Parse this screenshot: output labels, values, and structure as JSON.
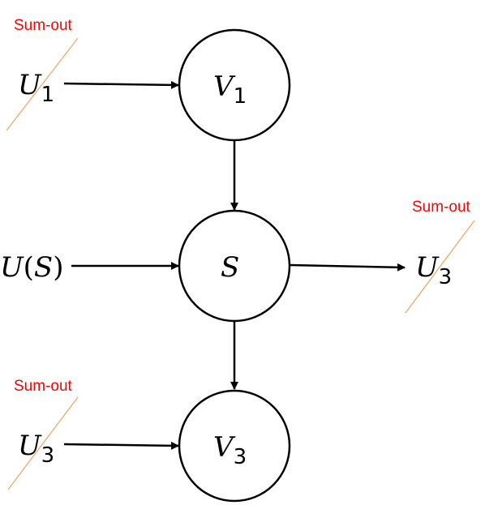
{
  "nodes": {
    "v1": {
      "symbol": "V",
      "subscript": "1"
    },
    "s": {
      "symbol": "S"
    },
    "v3": {
      "symbol": "V",
      "subscript": "3"
    }
  },
  "exogenous": {
    "u1": {
      "symbol": "U",
      "subscript": "1"
    },
    "us": {
      "symbol": "U",
      "open": "(",
      "arg": "S",
      "close": ")"
    },
    "u3_right": {
      "symbol": "U",
      "subscript": "3"
    },
    "u3_bottom": {
      "symbol": "U",
      "subscript": "3"
    }
  },
  "annotations": {
    "sum_out_top": "Sum-out",
    "sum_out_right": "Sum-out",
    "sum_out_bottom": "Sum-out"
  },
  "colors": {
    "annotation": "#ff0000",
    "strike": "#f0a868",
    "node_stroke": "#000000"
  }
}
